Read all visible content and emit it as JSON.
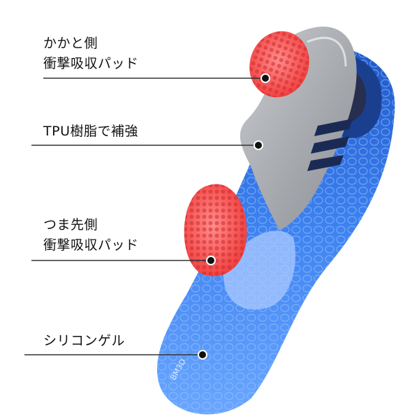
{
  "callouts": [
    {
      "lines": [
        "かかと側",
        "衝撃吸収パッド"
      ]
    },
    {
      "lines": [
        "TPU樹脂で補強"
      ]
    },
    {
      "lines": [
        "つま先側",
        "衝撃吸収パッド"
      ]
    },
    {
      "lines": [
        "シリコンゲル"
      ]
    }
  ],
  "imprint": {
    "text": "BM3D"
  },
  "colors": {
    "insole_blue": "#2f6fe0",
    "insole_light": "#7fb3ff",
    "pad_red": "#ff5b5b",
    "tpu_gray": "#a9abb0",
    "leader": "#333333"
  }
}
